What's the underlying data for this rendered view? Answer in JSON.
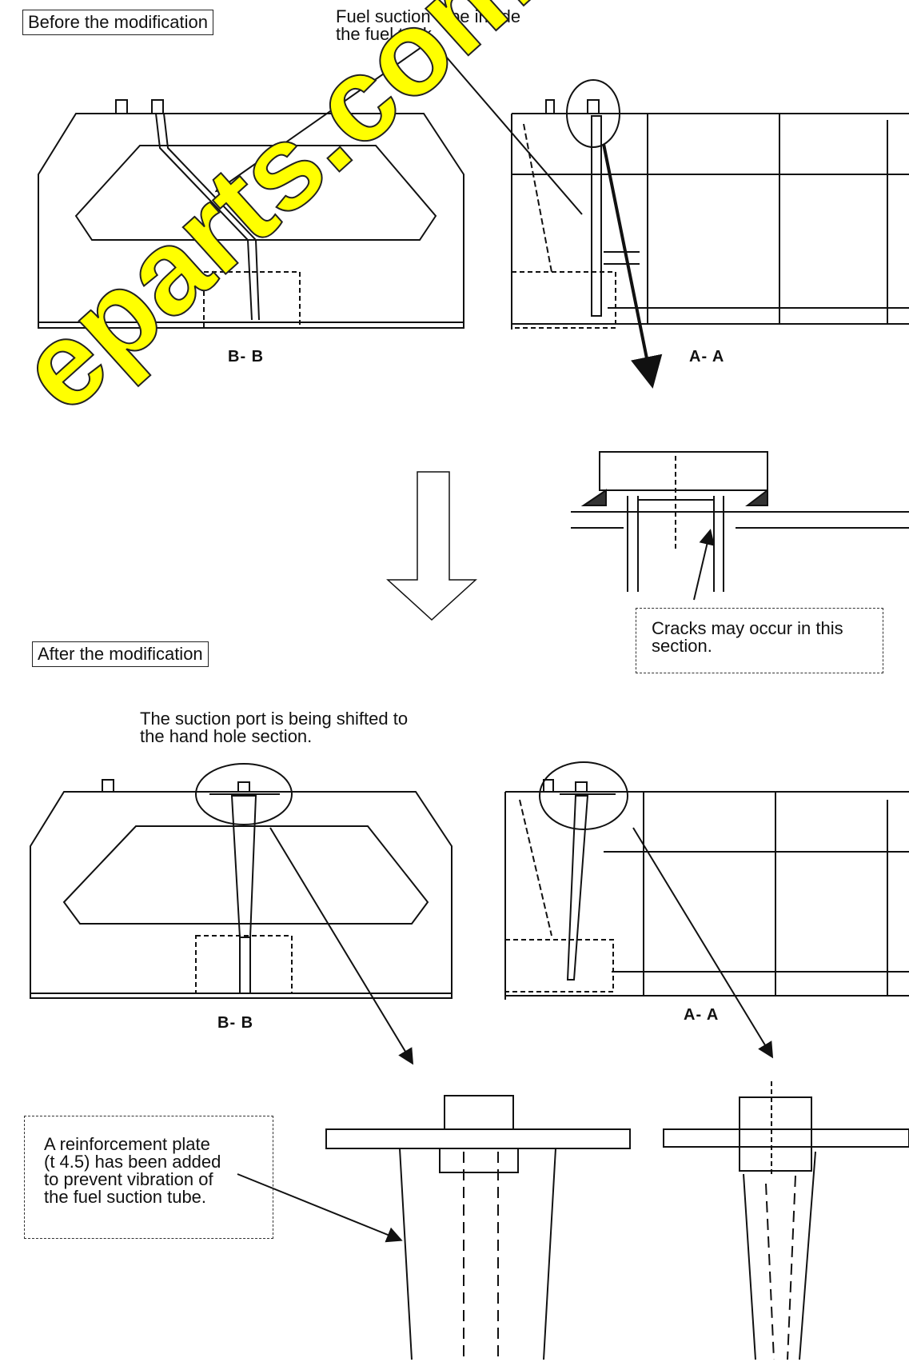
{
  "labels": {
    "before": "Before the modification",
    "after": "After the modification"
  },
  "notes": {
    "fuel_tube_line1": "Fuel suction tube inside",
    "fuel_tube_line2": "the fuel tank",
    "cracks_line1": "Cracks may occur in this",
    "cracks_line2": "section.",
    "shift_line1": "The suction port is being shifted to",
    "shift_line2": "the hand hole section.",
    "reinf_line1": "A reinforcement plate",
    "reinf_line2": "(t 4.5) has been added",
    "reinf_line3": "to prevent vibration of",
    "reinf_line4": "the fuel suction tube."
  },
  "sections": {
    "bb_top": "B- B",
    "aa_top": "A- A",
    "bb_bottom": "B- B",
    "aa_bottom": "A- A"
  },
  "watermark": "eparts.com/"
}
